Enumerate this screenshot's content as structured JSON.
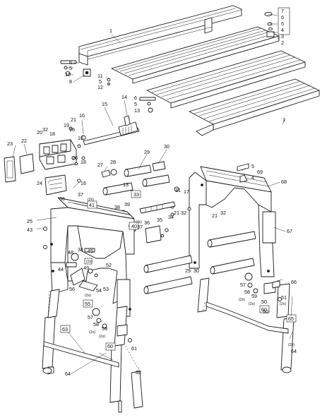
{
  "labels": {
    "p1a": "1",
    "p1b": "1",
    "p2": "2",
    "p3": "3",
    "p4a": "4",
    "p5a": "5",
    "p6a": "6",
    "p7": "7",
    "p6b": "6",
    "p5b": "5",
    "p10": "10",
    "p8": "8",
    "p11": "11",
    "p5c": "5",
    "p12": "12",
    "p6c": "6",
    "p5d": "5",
    "p13": "13",
    "p14": "14",
    "p15": "15",
    "p16a": "16",
    "p16b": "16",
    "p16c": "16",
    "p19": "19",
    "p21a": "21",
    "p20": "20",
    "p32a": "32",
    "p18a": "18",
    "p18b": "18",
    "p26": "26",
    "p23": "23",
    "p22": "22",
    "p24": "24",
    "p27": "27",
    "p28": "28",
    "p29a": "29",
    "p30a": "30",
    "p37a": "37",
    "p36a": "36",
    "p41": "41",
    "p13b": "13",
    "p33": "33",
    "p31": "31",
    "p38": "38",
    "p39": "39",
    "p40": "40",
    "p37b": "37",
    "p36b": "36",
    "p35": "35",
    "p34a": "34",
    "p21b": "21",
    "p32b": "32",
    "p17": "17",
    "p21c": "21",
    "p32c": "32",
    "p5e": "5",
    "p69": "69",
    "p4b": "4",
    "p68": "68",
    "p25": "25",
    "p43": "43",
    "p67": "67",
    "p48": "48",
    "p34b": "34",
    "p45": "45",
    "p44": "44",
    "p49": "49",
    "p52": "52",
    "p56": "56",
    "p54": "54",
    "p53": "53",
    "p50a": "50",
    "p55": "55",
    "p29b": "29",
    "p30b": "30",
    "p66": "66",
    "p57a": "57",
    "p58a": "58",
    "p59a": "59",
    "p57b": "57",
    "p58b": "58",
    "p59b": "59",
    "p50b": "50",
    "p51": "51",
    "p60a": "60",
    "p60b": "60",
    "p61": "61",
    "p65": "65",
    "p63": "63",
    "p62": "62",
    "p64a": "64",
    "p64b": "64",
    "p2x_a": "(2x)",
    "p2x_b": "(2x)",
    "p2x_c": "(2x)",
    "p2x_d": "(2x)",
    "p2x_e": "(2x)",
    "p2x_f": "(2x)",
    "p2x_g": "(2x)",
    "p2x_h": "(2x)",
    "p4x": "(4x)",
    "p2x_i": "(2x)"
  }
}
